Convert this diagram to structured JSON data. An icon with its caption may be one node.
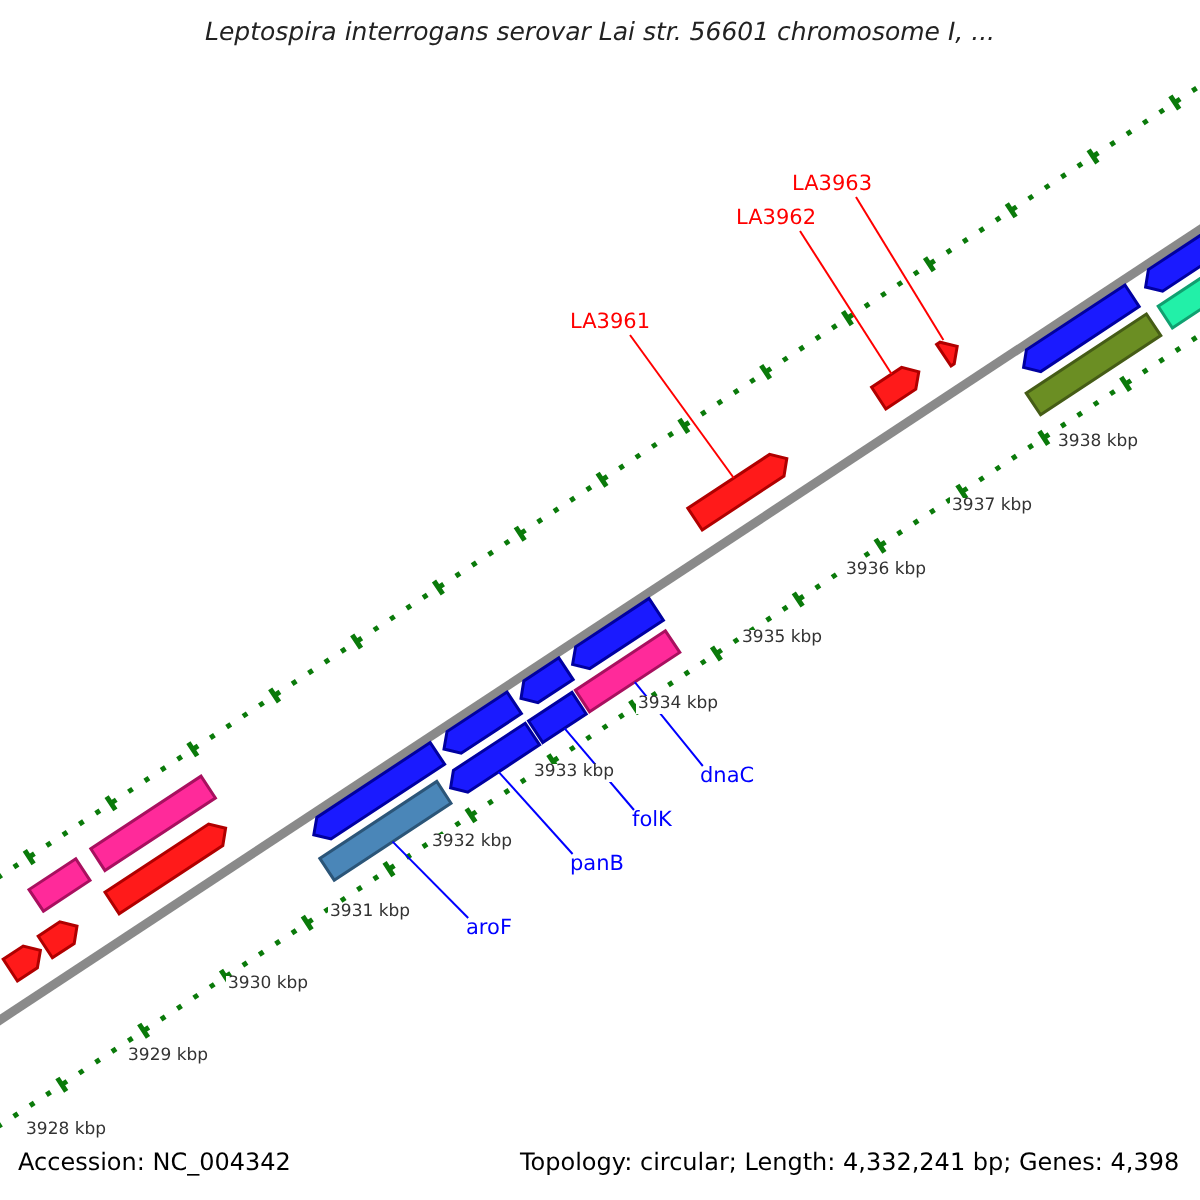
{
  "diagram": {
    "title": "Leptospira interrogans serovar Lai str. 56601 chromosome I, ...",
    "nodes": [
      {
        "text": [
          "LA3963"
        ]
      },
      {
        "text": [
          "LA3962"
        ]
      },
      {
        "text": [
          "LA3961"
        ]
      },
      {
        "text": [],
        "shape": "arrow"
      },
      {
        "text": [],
        "shape": "arrow"
      },
      {
        "text": [],
        "shape": "arrow"
      },
      {
        "text": [],
        "shape": "bar"
      },
      {
        "text": [],
        "shape": "bar"
      },
      {
        "text": [],
        "shape": "arrow"
      },
      {
        "text": [],
        "shape": "bar"
      },
      {
        "text": [
          "dnaC"
        ]
      },
      {
        "text": [
          "folK"
        ]
      },
      {
        "text": [
          "panB"
        ]
      },
      {
        "text": [
          "aroF"
        ]
      },
      {
        "text": [],
        "shape": "bar"
      },
      {
        "text": [],
        "shape": "bar"
      },
      {
        "text": [],
        "shape": "arrow"
      },
      {
        "text": [],
        "shape": "arrow"
      },
      {
        "text": [],
        "shape": "arrow"
      },
      {
        "text": [],
        "shape": "arrow"
      },
      {
        "text": [],
        "shape": "arrow"
      },
      {
        "text": [],
        "shape": "arrow"
      },
      {
        "text": [],
        "shape": "arrow"
      },
      {
        "text": [],
        "shape": "arrow"
      },
      {
        "text": [],
        "shape": "arrow"
      },
      {
        "text": [],
        "shape": "bar"
      },
      {
        "text": [],
        "shape": "bar"
      }
    ],
    "edges": [
      {
        "from": 0,
        "to": 3,
        "arrow": "none",
        "color": "#ff0000"
      },
      {
        "from": 1,
        "to": 4,
        "arrow": "none",
        "color": "#ff0000"
      },
      {
        "from": 2,
        "to": 5,
        "arrow": "none",
        "color": "#ff0000"
      },
      {
        "from": 10,
        "to": 6,
        "arrow": "none",
        "color": "#0000ff"
      },
      {
        "from": 11,
        "to": 7,
        "arrow": "none",
        "color": "#0000ff"
      },
      {
        "from": 12,
        "to": 8,
        "arrow": "none",
        "color": "#0000ff"
      },
      {
        "from": 13,
        "to": 9,
        "arrow": "none",
        "color": "#0000ff"
      }
    ],
    "labels": [
      "3938 kbp",
      "3937 kbp",
      "3936 kbp",
      "3935 kbp",
      "3934 kbp",
      "3933 kbp",
      "3932 kbp",
      "3931 kbp",
      "3930 kbp",
      "3929 kbp",
      "3928 kbp",
      "Accession: NC_004342",
      "Topology: circular; Length: 4,332,241 bp; Genes: 4,398"
    ]
  }
}
